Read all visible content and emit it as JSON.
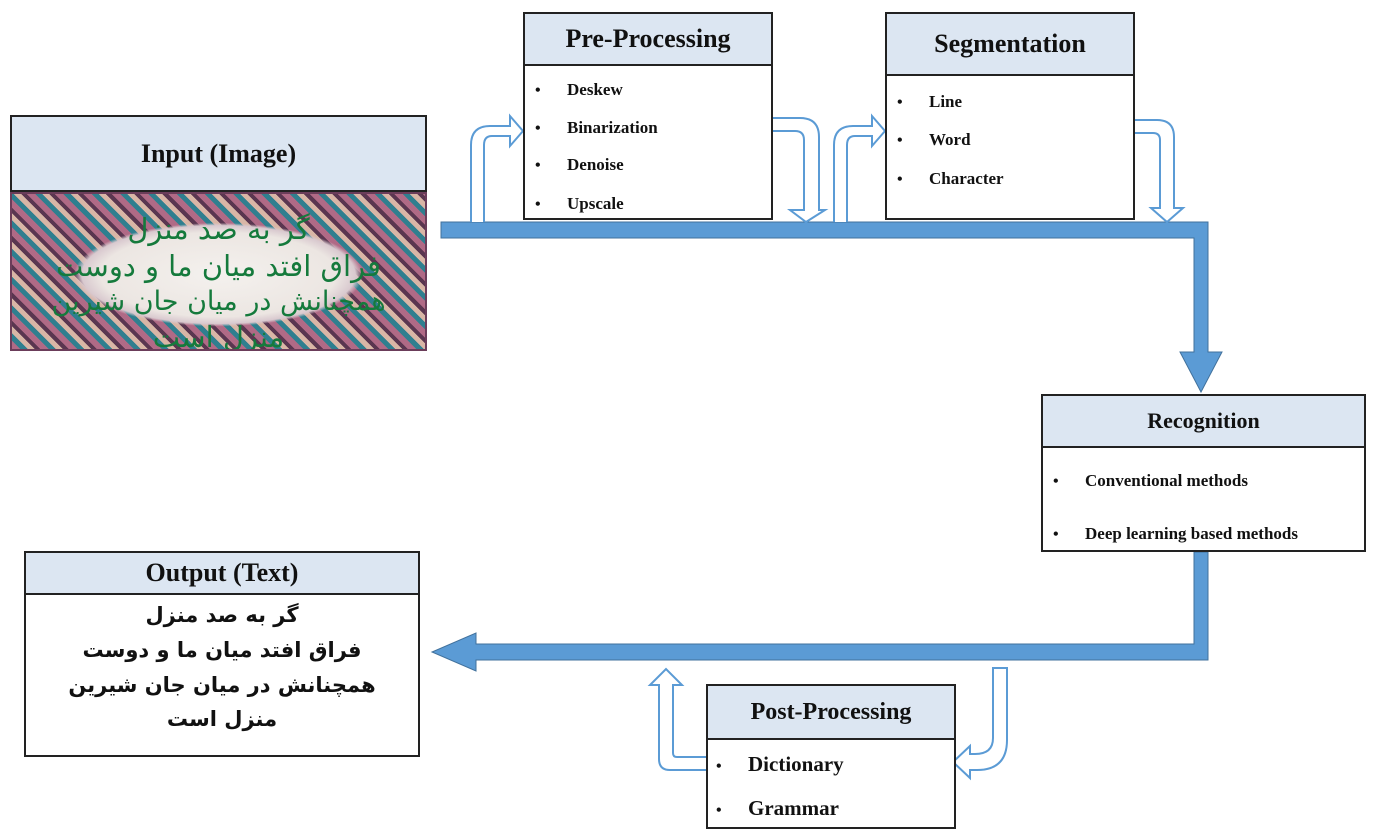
{
  "input": {
    "title": "Input (Image)",
    "image_lines": [
      "گر به صد منزل",
      "فراق افتد میان ما و دوست",
      "همچنانش در میان جان شیرین",
      "منزل است"
    ]
  },
  "pre_processing": {
    "title": "Pre-Processing",
    "items": [
      "Deskew",
      "Binarization",
      "Denoise",
      "Upscale"
    ]
  },
  "segmentation": {
    "title": "Segmentation",
    "items": [
      "Line",
      "Word",
      "Character"
    ]
  },
  "recognition": {
    "title": "Recognition",
    "items": [
      "Conventional methods",
      "Deep learning based methods"
    ]
  },
  "post_processing": {
    "title": "Post-Processing",
    "items": [
      "Dictionary",
      "Grammar"
    ]
  },
  "output": {
    "title": "Output (Text)",
    "lines": [
      "گر به صد منزل",
      "فراق افتد میان ما و دوست",
      "همچنانش در میان جان شیرین",
      "منزل است"
    ]
  },
  "bullet": "•",
  "colors": {
    "flow_arrow": "#5b9bd5",
    "header_fill": "#dce6f2",
    "border": "#222222",
    "image_text": "#157a3c"
  }
}
